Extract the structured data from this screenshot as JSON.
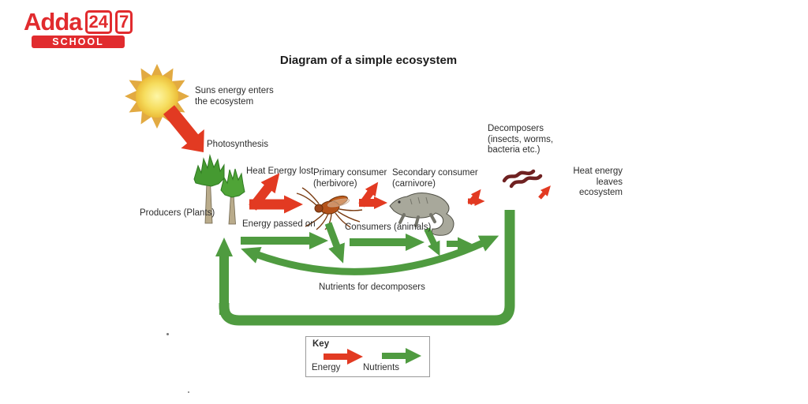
{
  "logo": {
    "brand": "Adda",
    "digits_a": "24",
    "digits_b": "7",
    "school": "SCHOOL"
  },
  "title": "Diagram of a simple ecosystem",
  "labels": {
    "sun_energy": "Suns energy enters\nthe ecosystem",
    "photosynthesis": "Photosynthesis",
    "producers": "Producers (Plants)",
    "heat_energy_lost": "Heat Energy lost",
    "primary_consumer": "Primary consumer\n(herbivore)",
    "secondary_consumer": "Secondary consumer\n(carnivore)",
    "decomposers": "Decomposers\n(insects, worms,\nbacteria etc.)",
    "heat_energy_leaves": "Heat energy leaves\necosystem",
    "energy_passed_on": "Energy passed on",
    "consumers": "Consumers (animals)",
    "nutrients_for_decomposers": "Nutrients for decomposers"
  },
  "key": {
    "title": "Key",
    "energy": "Energy",
    "nutrients": "Nutrients"
  },
  "colors": {
    "energy_red": "#e23a22",
    "nutrients_green": "#4f9b40",
    "brand_red": "#e12b2e"
  }
}
